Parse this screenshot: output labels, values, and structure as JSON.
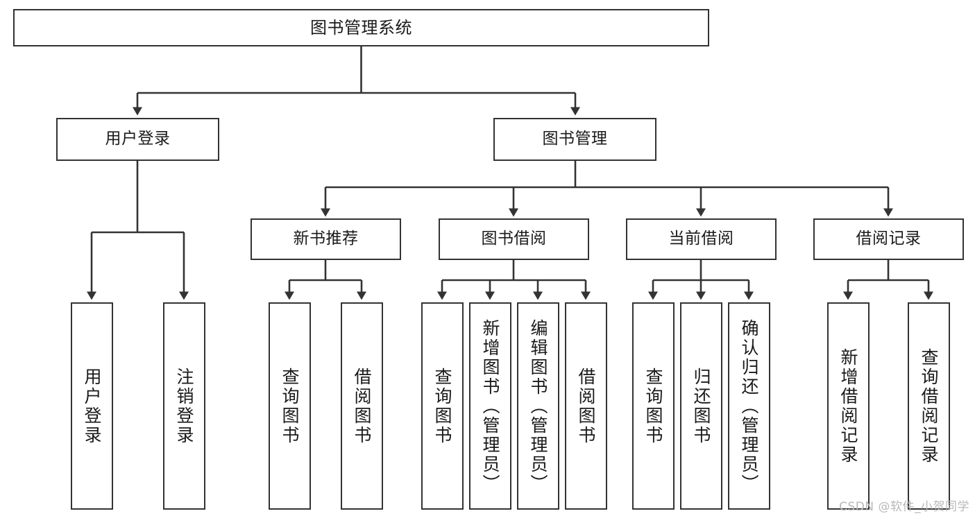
{
  "diagram": {
    "title": "图书管理系统",
    "type": "tree",
    "watermark": "CSDN @软件_小贺同学",
    "colors": {
      "box_border": "#333333",
      "box_fill": "#ffffff",
      "connector": "#333333",
      "text": "#1a1a1a",
      "watermark": "#b8b8b8"
    },
    "nodes": {
      "root": {
        "label": "图书管理系统"
      },
      "level2": [
        {
          "id": "user-login",
          "label": "用户登录"
        },
        {
          "id": "book-manage",
          "label": "图书管理"
        }
      ],
      "level3": [
        {
          "id": "new-book-rec",
          "label": "新书推荐"
        },
        {
          "id": "book-borrow",
          "label": "图书借阅"
        },
        {
          "id": "current-borrow",
          "label": "当前借阅"
        },
        {
          "id": "borrow-record",
          "label": "借阅记录"
        }
      ],
      "leaves": [
        {
          "id": "leaf-user-login",
          "label": "用户登录",
          "parent": "user-login"
        },
        {
          "id": "leaf-logout",
          "label": "注销登录",
          "parent": "user-login"
        },
        {
          "id": "leaf-query-book-1",
          "label": "查询图书",
          "parent": "new-book-rec"
        },
        {
          "id": "leaf-borrow-book-1",
          "label": "借阅图书",
          "parent": "new-book-rec"
        },
        {
          "id": "leaf-query-book-2",
          "label": "查询图书",
          "parent": "book-borrow"
        },
        {
          "id": "leaf-add-book",
          "label": "新增图书（管理员）",
          "parent": "book-borrow"
        },
        {
          "id": "leaf-edit-book",
          "label": "编辑图书（管理员）",
          "parent": "book-borrow"
        },
        {
          "id": "leaf-borrow-book-2",
          "label": "借阅图书",
          "parent": "book-borrow"
        },
        {
          "id": "leaf-query-book-3",
          "label": "查询图书",
          "parent": "current-borrow"
        },
        {
          "id": "leaf-return-book",
          "label": "归还图书",
          "parent": "current-borrow"
        },
        {
          "id": "leaf-confirm-return",
          "label": "确认归还（管理员）",
          "parent": "current-borrow"
        },
        {
          "id": "leaf-add-record",
          "label": "新增借阅记录",
          "parent": "borrow-record"
        },
        {
          "id": "leaf-query-record",
          "label": "查询借阅记录",
          "parent": "borrow-record"
        }
      ]
    }
  }
}
